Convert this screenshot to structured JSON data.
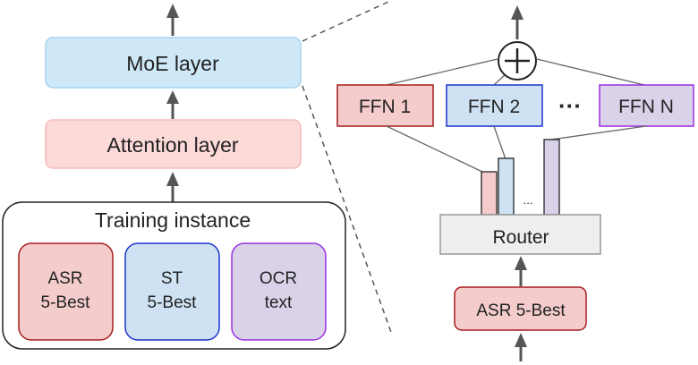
{
  "left_stack": {
    "moe_layer": "MoE layer",
    "attention_layer": "Attention layer",
    "training_instance": {
      "title": "Training instance",
      "cards": [
        {
          "line1": "ASR",
          "line2": "5-Best",
          "fill": "#f4cccc",
          "stroke": "#a61c1c"
        },
        {
          "line1": "ST",
          "line2": "5-Best",
          "fill": "#cfe2f3",
          "stroke": "#1a33cc"
        },
        {
          "line1": "OCR",
          "line2": "text",
          "fill": "#d9d2e9",
          "stroke": "#9a2ee0"
        }
      ]
    }
  },
  "moe_detail": {
    "sum_symbol": "+",
    "experts": [
      {
        "label": "FFN 1",
        "fill": "#f4cccc",
        "stroke": "#a61c1c"
      },
      {
        "label": "FFN 2",
        "fill": "#cfe2f3",
        "stroke": "#1a33cc"
      },
      {
        "label": "FFN N",
        "fill": "#d9d2e9",
        "stroke": "#9a2ee0"
      }
    ],
    "ellipsis": "···",
    "router_weights_ellipsis": "...",
    "router": "Router",
    "input": "ASR 5-Best"
  },
  "colors": {
    "moe_fill": "#cfe8f7",
    "moe_stroke": "#a9d3ee",
    "attention_fill": "#fbdad8",
    "attention_stroke": "#f3bcb8",
    "router_fill": "#eeeeee",
    "router_stroke": "#999999",
    "arrow": "#555555"
  }
}
